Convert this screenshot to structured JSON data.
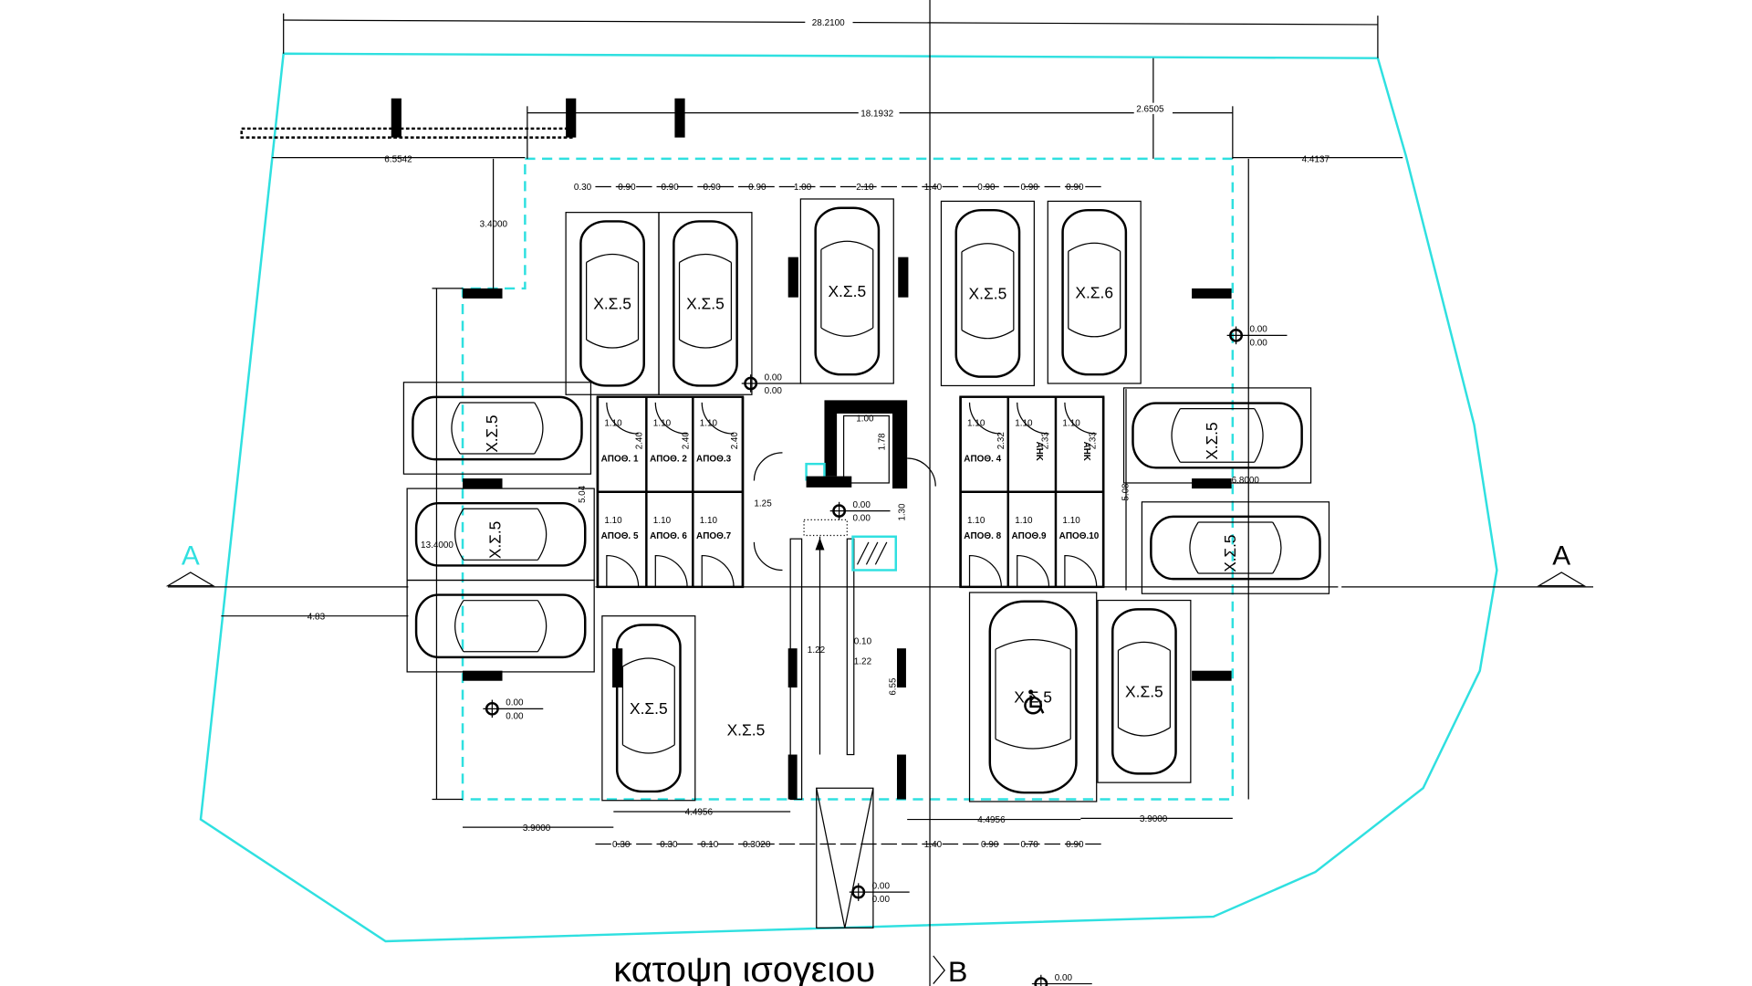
{
  "title": "κατοψη ισογειου",
  "section_markers": {
    "left": "A",
    "right": "A",
    "b": "B"
  },
  "dims": {
    "overall_width": "28.2100",
    "building_width": "18.1932",
    "top_setback_right": "2.6505",
    "left_offset": "6.5542",
    "right_offset": "4.4137",
    "top_left_depth": "3.4000",
    "left_depth": "13.4000",
    "left_setback": "4.83",
    "bottom_left_a": "3.9000",
    "bottom_left_b": "4.4956",
    "bottom_right_b": "4.4956",
    "bottom_right_a": "3.9000",
    "right_depth": "6.8000",
    "storage_height": "5.08",
    "storage_height_left": "5.04",
    "corridor": "1.25",
    "corridor_v": "1.30",
    "lift_w": "1.00",
    "lift_d": "1.78",
    "stair_w": "1.22",
    "stair_gap": "0.10",
    "stair_w2": "1.22",
    "stair_len": "6.55",
    "top_row": [
      "0.30",
      "0.90",
      "0.90",
      "0.90",
      "0.90",
      "1.00",
      "2.10",
      "1.40",
      "0.90",
      "0.90",
      "0.90"
    ],
    "bottom_row": [
      "0.30",
      "0.30",
      "0.10",
      "0.3020",
      "1.40",
      "0.90",
      "0.70",
      "0.90"
    ],
    "cell_w": "1.10",
    "cell_h": [
      "2.40",
      "2.40",
      "2.40",
      "2.32",
      "2.33",
      "2.33"
    ]
  },
  "parking": {
    "top": [
      "Χ.Σ.5",
      "Χ.Σ.5",
      "Χ.Σ.5",
      "Χ.Σ.5",
      "Χ.Σ.6"
    ],
    "left": [
      "Χ.Σ.5",
      "Χ.Σ.5"
    ],
    "right": [
      "Χ.Σ.5",
      "Χ.Σ.5"
    ],
    "bottom": [
      "Χ.Σ.5",
      "Χ.Σ.5",
      "Χ.Σ.5",
      "Χ.Σ.5"
    ]
  },
  "storage": {
    "left_top": [
      "ΑΠΟΘ. 1",
      "ΑΠΟΘ. 2",
      "ΑΠΟΘ.3"
    ],
    "left_bottom": [
      "ΑΠΟΘ. 5",
      "ΑΠΟΘ. 6",
      "ΑΠΟΘ.7"
    ],
    "right_top": [
      "ΑΠΟΘ. 4",
      "ΑΗΚ",
      "ΑΗΚ"
    ],
    "right_bottom": [
      "ΑΠΟΘ. 8",
      "ΑΠΟΘ.9",
      "ΑΠΟΘ.10"
    ]
  },
  "levels": {
    "top": "0.00",
    "bottom": "0.00"
  },
  "colors": {
    "site_boundary": "#2fe0e0",
    "lines": "#000000"
  }
}
